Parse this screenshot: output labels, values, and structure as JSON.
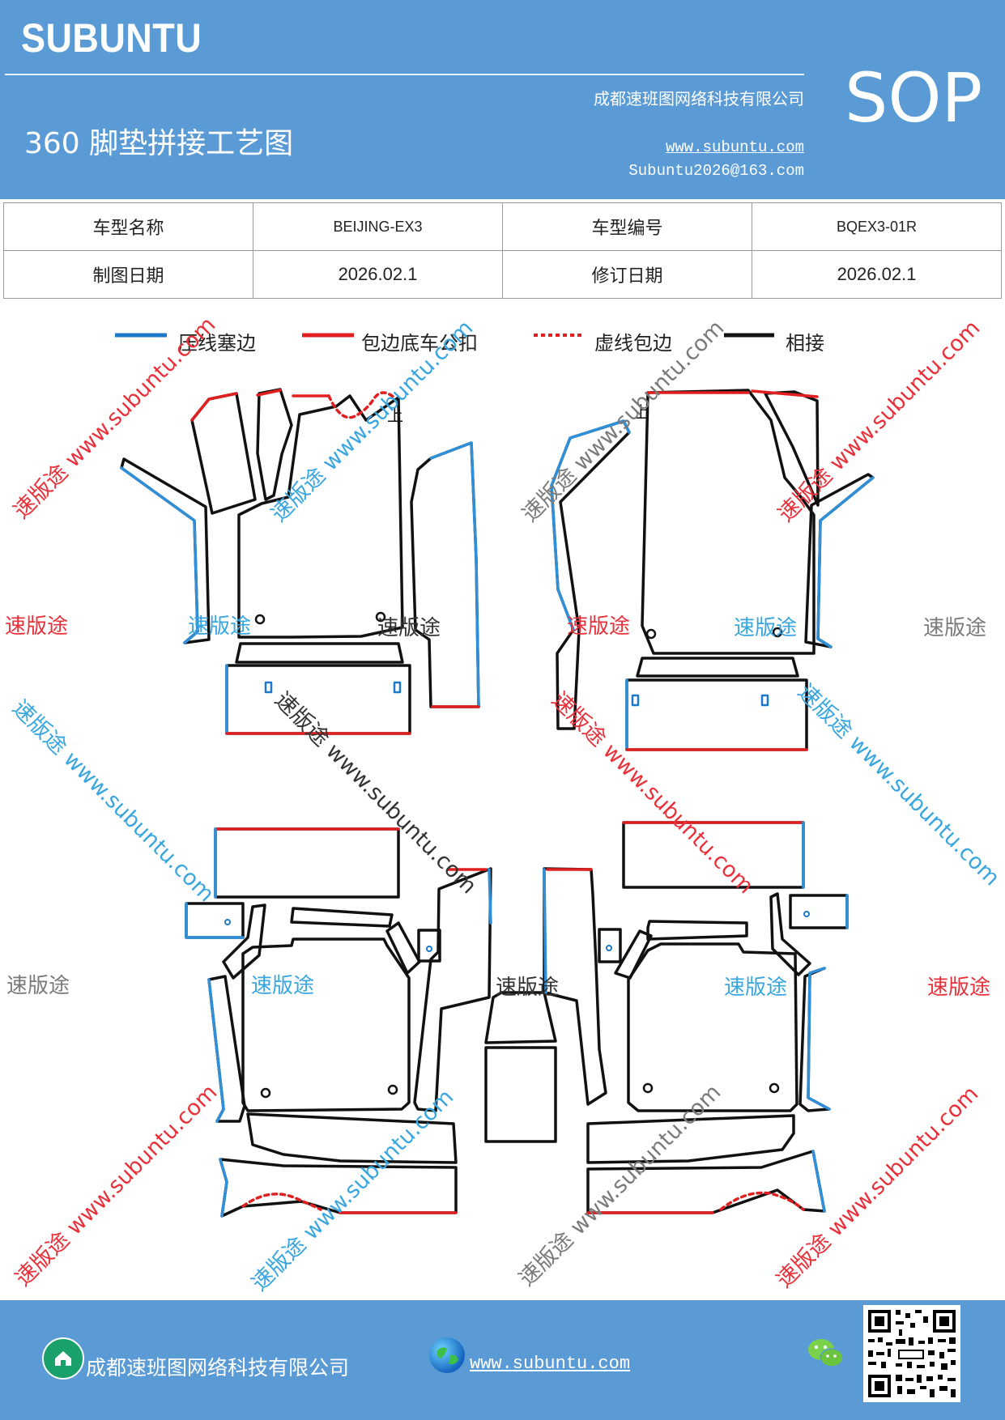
{
  "header": {
    "brand": "SUBUNTU",
    "sop_label": "SOP",
    "company": "成都速班图网络科技有限公司",
    "title": "360 脚垫拼接工艺图",
    "website": "www.subuntu.com",
    "email": "Subuntu2026@163.com"
  },
  "info_table": {
    "model_name_label": "车型名称",
    "model_name_value": "BEIJING-EX3",
    "model_code_label": "车型编号",
    "model_code_value": "BQEX3-01R",
    "drawing_date_label": "制图日期",
    "drawing_date_value": "2026.02.1",
    "revision_date_label": "修订日期",
    "revision_date_value": "2026.02.1"
  },
  "legend": {
    "blue_label": "压线塞边",
    "red_label": "包边底车公扣",
    "dashed_label": "虚线包边",
    "black_label": "相接"
  },
  "colors": {
    "header_bg": "#5b9bd5",
    "blue_line": "#2f8fd8",
    "red_line": "#e03232",
    "black_line": "#111111",
    "watermark_red": "#e8313a",
    "watermark_blue": "#3aa6e0",
    "watermark_gray": "#7a7a7a"
  },
  "diagram": {
    "up_label_left": "上",
    "up_label_right": "上",
    "watermark_text": "速版途",
    "watermark_url": "www.subuntu.com",
    "watermark_combined": "速版途 www.subuntu.com"
  },
  "footer": {
    "company": "成都速班图网络科技有限公司",
    "website": "www.subuntu.com ",
    "home_icon": "home-icon",
    "globe_icon": "globe-icon",
    "wechat_icon": "wechat-icon"
  }
}
